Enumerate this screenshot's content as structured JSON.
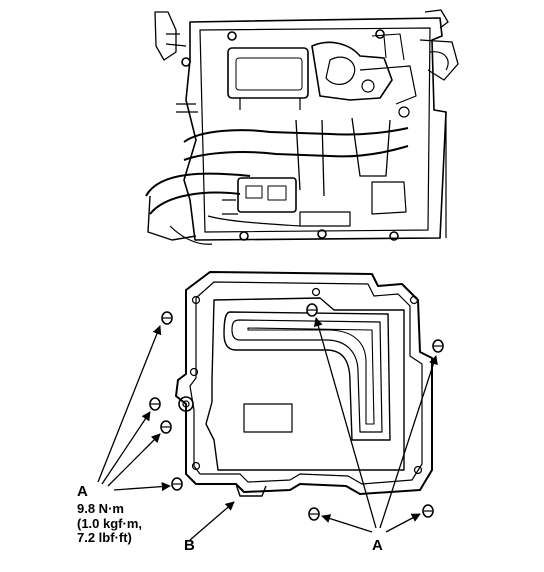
{
  "diagram": {
    "callouts": {
      "a_left": "A",
      "torque_line1": "9.8 N·m",
      "torque_line2": "(1.0 kgf·m,",
      "torque_line3": "7.2 lbf·ft)",
      "b": "B",
      "a_right": "A"
    },
    "colors": {
      "ink": "#000000",
      "paper": "#ffffff"
    }
  }
}
